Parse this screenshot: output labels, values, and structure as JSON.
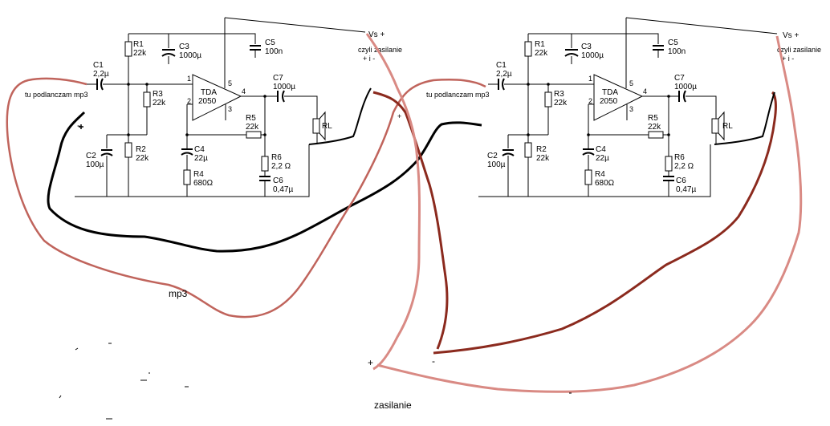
{
  "left": {
    "c1_name": "C1",
    "c1_val": "2,2µ",
    "r1_name": "R1",
    "r1_val": "22k",
    "c3_name": "C3",
    "c3_val": "1000µ",
    "c5_name": "C5",
    "c5_val": "100n",
    "r3_name": "R3",
    "r3_val": "22k",
    "ic_name": "TDA",
    "ic_val": "2050",
    "pin1": "1",
    "pin2": "2",
    "pin3": "3",
    "pin4": "4",
    "pin5": "5",
    "c7_name": "C7",
    "c7_val": "1000µ",
    "r5_name": "R5",
    "r5_val": "22k",
    "rl_name": "RL",
    "c2_name": "C2",
    "c2_val": "100µ",
    "r2_name": "R2",
    "r2_val": "22k",
    "c4_name": "C4",
    "c4_val": "22µ",
    "r4_name": "R4",
    "r4_val": "680Ω",
    "r6_name": "R6",
    "r6_val": "2,2 Ω",
    "c6_name": "C6",
    "c6_val": "0,47µ",
    "vs": "Vs +",
    "supply_note_1": "czyli zasilanie",
    "supply_note_2": "+ i -",
    "mp3_note": "tu podlanczam mp3"
  },
  "right": {
    "c1_name": "C1",
    "c1_val": "2,2µ",
    "r1_name": "R1",
    "r1_val": "22k",
    "c3_name": "C3",
    "c3_val": "1000µ",
    "c5_name": "C5",
    "c5_val": "100n",
    "r3_name": "R3",
    "r3_val": "22k",
    "ic_name": "TDA",
    "ic_val": "2050",
    "pin1": "1",
    "pin2": "2",
    "pin3": "3",
    "pin4": "4",
    "pin5": "5",
    "c7_name": "C7",
    "c7_val": "1000µ",
    "r5_name": "R5",
    "r5_val": "22k",
    "rl_name": "RL",
    "c2_name": "C2",
    "c2_val": "100µ",
    "r2_name": "R2",
    "r2_val": "22k",
    "c4_name": "C4",
    "c4_val": "22µ",
    "r4_name": "R4",
    "r4_val": "680Ω",
    "r6_name": "R6",
    "r6_val": "2,2 Ω",
    "c6_name": "C6",
    "c6_val": "0,47µ",
    "vs": "Vs +",
    "supply_note_1": "czyli zasilanie",
    "supply_note_2": "+ i -",
    "mp3_note": "tu podlanczam mp3"
  },
  "annotations": {
    "mp3": "mp3",
    "zasilanie": "zasilanie",
    "plus": "+",
    "minus": "-",
    "minus_left": "-",
    "plus_mid": "+"
  },
  "colors": {
    "black_wire": "#000000",
    "dark_red_wire": "#8b2a1e",
    "pink_wire": "#d98a84",
    "muted_red_wire": "#c0645c"
  }
}
